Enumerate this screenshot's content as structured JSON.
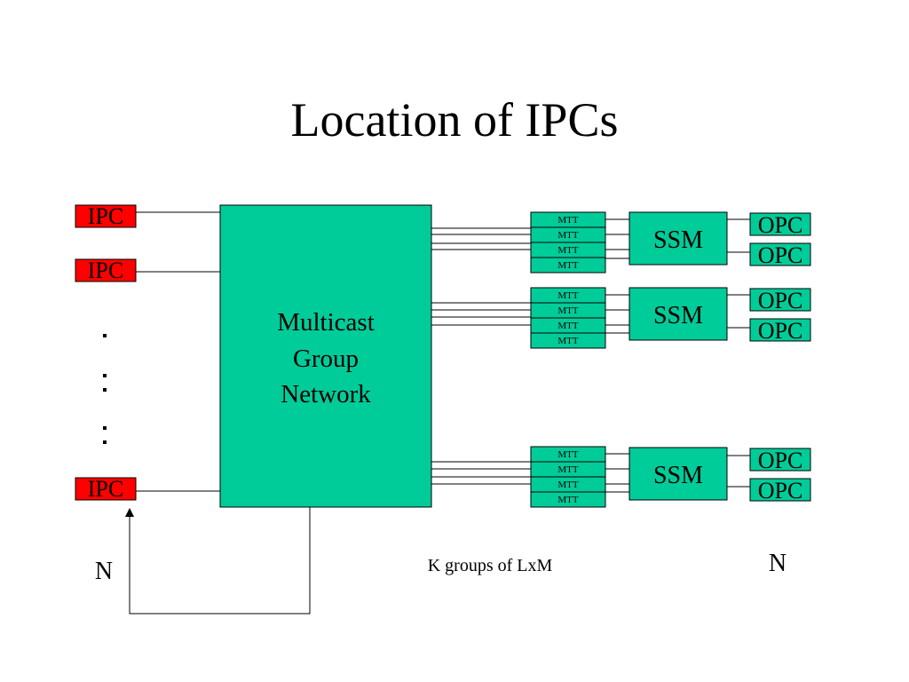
{
  "title": "Location of IPCs",
  "colors": {
    "ipc_fill": "#ff0000",
    "network_fill": "#00cc99",
    "line": "#000000"
  },
  "network": {
    "lines": [
      "Multicast",
      "Group",
      "Network"
    ]
  },
  "inputs": {
    "items": [
      "IPC",
      "IPC",
      "IPC"
    ],
    "count_label": "N"
  },
  "groups": [
    {
      "mtt": [
        "MTT",
        "MTT",
        "MTT",
        "MTT"
      ],
      "ssm": "SSM",
      "outputs": [
        "OPC",
        "OPC"
      ]
    },
    {
      "mtt": [
        "MTT",
        "MTT",
        "MTT",
        "MTT"
      ],
      "ssm": "SSM",
      "outputs": [
        "OPC",
        "OPC"
      ]
    },
    {
      "mtt": [
        "MTT",
        "MTT",
        "MTT",
        "MTT"
      ],
      "ssm": "SSM",
      "outputs": [
        "OPC",
        "OPC"
      ]
    }
  ],
  "groups_caption": "K groups of LxM",
  "outputs_count_label": "N"
}
